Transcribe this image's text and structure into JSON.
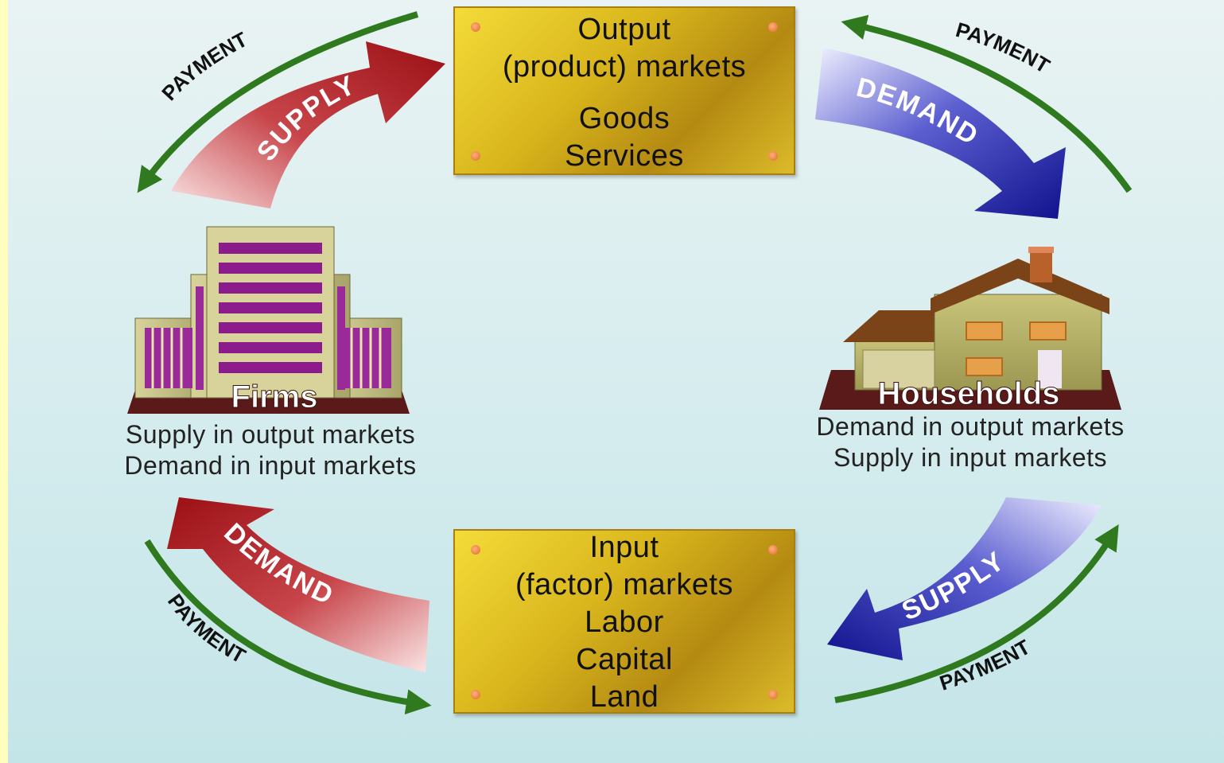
{
  "top_market": {
    "lines": [
      "Output",
      "(product) markets",
      "Goods",
      "Services"
    ]
  },
  "bottom_market": {
    "lines": [
      "Input",
      "(factor) markets",
      "Labor",
      "Capital",
      "Land"
    ]
  },
  "firms": {
    "title": "Firms",
    "lines": [
      "Supply in output markets",
      "Demand in input markets"
    ]
  },
  "households": {
    "title": "Households",
    "lines": [
      "Demand in output markets",
      "Supply in input markets"
    ]
  },
  "flows": {
    "top_left_fat": "SUPPLY",
    "top_right_fat": "DEMAND",
    "bottom_left_fat": "DEMAND",
    "bottom_right_fat": "SUPPLY",
    "payment_tl": "PAYMENT",
    "payment_tr": "PAYMENT",
    "payment_bl": "PAYMENT",
    "payment_br": "PAYMENT"
  },
  "colors": {
    "red_arrow": "#a31418",
    "blue_arrow": "#15179a",
    "green_arrow": "#2f7a1e",
    "gold": "#d9b61c"
  }
}
